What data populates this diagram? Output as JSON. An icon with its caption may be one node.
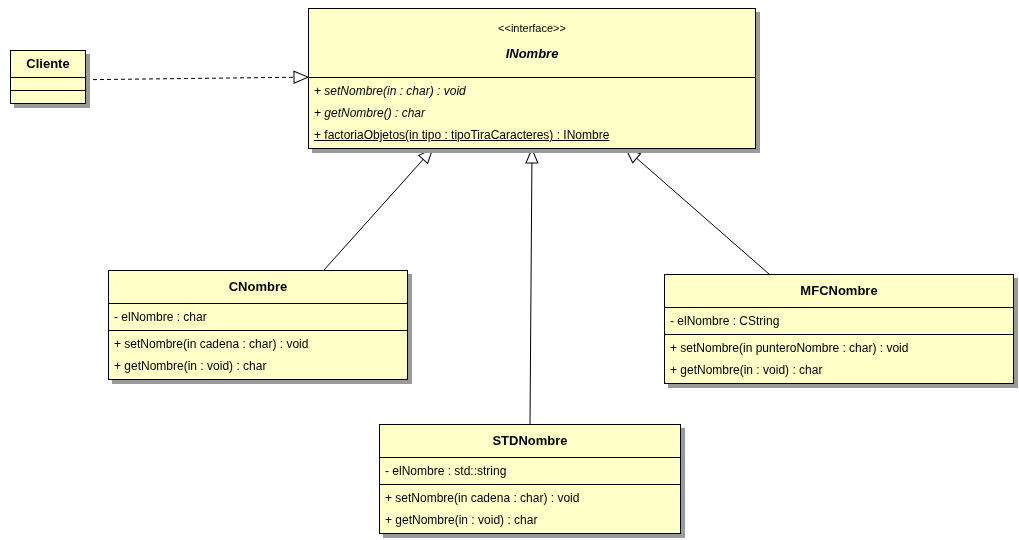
{
  "diagram": {
    "nodes": [
      {
        "text": [
          "Cliente"
        ]
      },
      {
        "text": [
          "<<interface>>",
          "INombre",
          "+ setNombre(in : char) : void",
          "+ getNombre() : char",
          "+ factoriaObjetos(in tipo : tipoTiraCaracteres) : INombre"
        ]
      },
      {
        "text": [
          "CNombre",
          "- elNombre : char",
          "+ setNombre(in cadena : char) : void",
          "+ getNombre(in : void) : char"
        ]
      },
      {
        "text": [
          "STDNombre",
          "- elNombre : std::string",
          "+ setNombre(in cadena : char) : void",
          "+ getNombre(in : void) : char"
        ]
      },
      {
        "text": [
          "MFCNombre",
          "- elNombre : CString",
          "+ setNombre(in punteroNombre : char) : void",
          "+ getNombre(in : void) : char"
        ]
      }
    ],
    "edges": [
      {
        "from": 0,
        "to": 1,
        "arrow": "to",
        "style": "dashed"
      },
      {
        "from": 2,
        "to": 1,
        "arrow": "to"
      },
      {
        "from": 3,
        "to": 1,
        "arrow": "to"
      },
      {
        "from": 4,
        "to": 1,
        "arrow": "to"
      }
    ]
  }
}
